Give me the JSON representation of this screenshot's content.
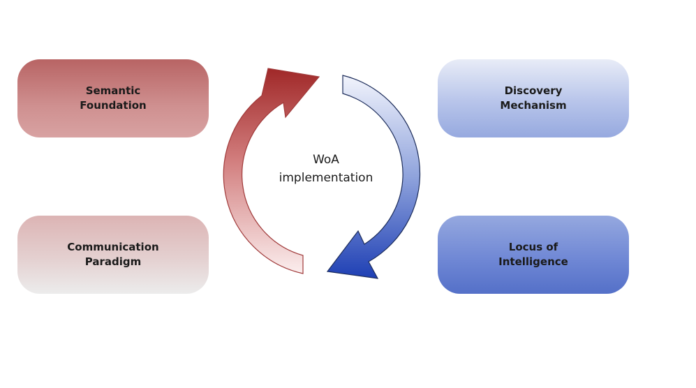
{
  "diagram": {
    "center_label": "WoA\nimplementation",
    "boxes": {
      "semantic": "Semantic\nFoundation",
      "communication": "Communication\nParadigm",
      "discovery": "Discovery\nMechanism",
      "locus": "Locus of\nIntelligence"
    },
    "colors": {
      "red_arrow_dark": "#a02828",
      "red_arrow_light": "#fbeeee",
      "blue_arrow_light": "#f2f4fc",
      "blue_arrow_dark": "#1e3fb4"
    }
  }
}
